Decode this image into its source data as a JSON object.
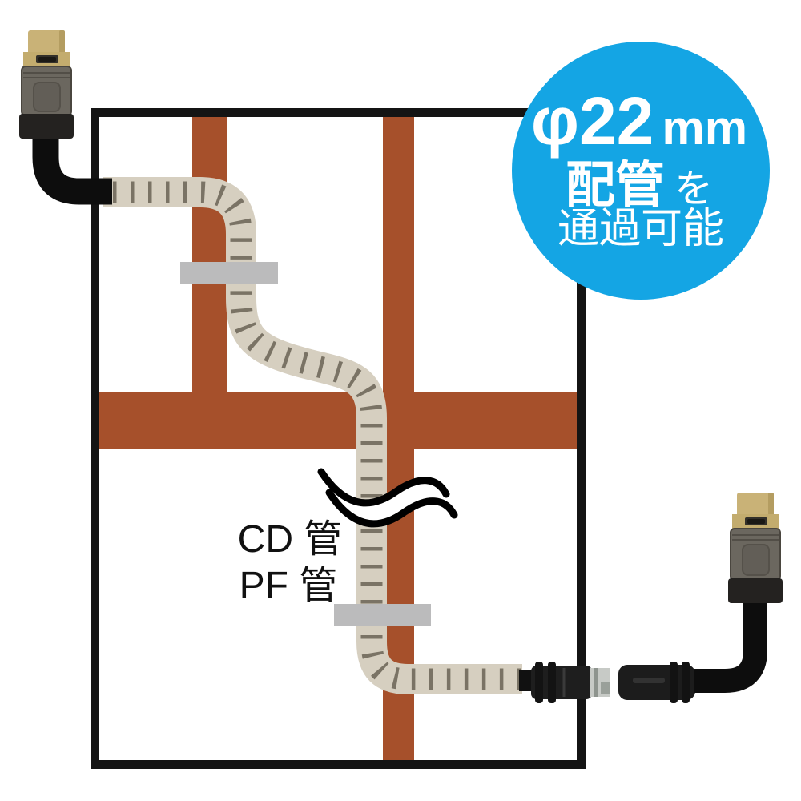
{
  "badge": {
    "diameter": "φ22",
    "unit": "mm",
    "pipe_word": "配管",
    "particle": "を",
    "line3": "通過可能",
    "bg_color": "#14A5E4",
    "text_color": "#FFFFFF"
  },
  "conduit_label": {
    "line1": "CD 管",
    "line2": "PF 管",
    "text_color": "#111111"
  },
  "colors": {
    "stud_brown": "#A6502B",
    "tube_beige": "#D6CFC0",
    "tube_tick": "#7A7365",
    "clamp_gray": "#BBBBBC",
    "frame_black": "#141414",
    "cable_black": "#0D0D0D",
    "connector_gold": "#C9B277",
    "connector_gray": "#6B675F",
    "silver_tip": "#C7CAC6",
    "background": "#FFFFFF"
  }
}
